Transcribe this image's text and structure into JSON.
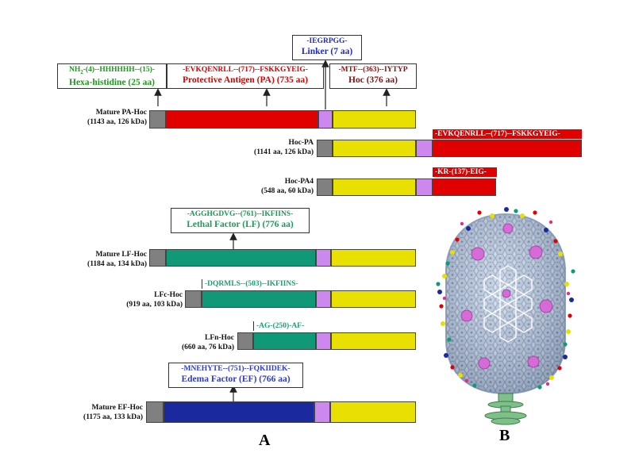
{
  "colors": {
    "his": "#808080",
    "pa": "#e00000",
    "linker": "#cc88ee",
    "hoc": "#e8e000",
    "lf": "#119977",
    "ef": "#1a2a9e"
  },
  "rows": {
    "mature_pa_hoc": {
      "name": "Mature PA-Hoc",
      "info": "(1143 aa,  126 kDa)"
    },
    "hoc_pa": {
      "name": "Hoc-PA",
      "info": "(1141 aa,  126 kDa)"
    },
    "hoc_pa4": {
      "name": "Hoc-PA4",
      "info": "(548 aa,  60 kDa)"
    },
    "mature_lf_hoc": {
      "name": "Mature LF-Hoc",
      "info": "(1184 aa,  134 kDa)"
    },
    "lfc_hoc": {
      "name": "LFc-Hoc",
      "info": "(919 aa,  103 kDa)"
    },
    "lfn_hoc": {
      "name": "LFn-Hoc",
      "info": "(660 aa,  76 kDa)"
    },
    "mature_ef_hoc": {
      "name": "Mature EF-Hoc",
      "info": "(1175 aa,  133 kDa)"
    }
  },
  "boxes": {
    "linker": {
      "seq": "-IEGRPGG-",
      "name": "Linker (7 aa)"
    },
    "his": {
      "seq_prefix": "NH",
      "seq_sub": "2",
      "seq_rest": "-(4)--HHHHHH--(15)-",
      "name": "Hexa-histidine (25 aa)"
    },
    "pa": {
      "seq": "-EVKQENRLL--(717)--FSKKGYEIG-",
      "name": "Protective Antigen (PA) (735 aa)"
    },
    "hoc": {
      "seq": "-MTF--(363)--IYTYP",
      "name": "Hoc (376 aa)"
    },
    "lf": {
      "seq": "-AGGHGDVG--(761)--IKFIINS-",
      "name": "Lethal Factor (LF) (776 aa)"
    },
    "ef": {
      "seq": "-MNEHYTE--(751)--FQKIIDEK-",
      "name": "Edema Factor (EF) (766 aa)"
    }
  },
  "tags": {
    "hoc_pa": "-EVKQENRLL--(717)--FSKKGYEIG-",
    "hoc_pa4": "-KR-(137)-EIG-",
    "lfc": "-DQRMLS--(503)--IKFIINS-",
    "lfn": "-AG-(250)-AF-"
  },
  "panels": {
    "a": "A",
    "b": "B"
  }
}
